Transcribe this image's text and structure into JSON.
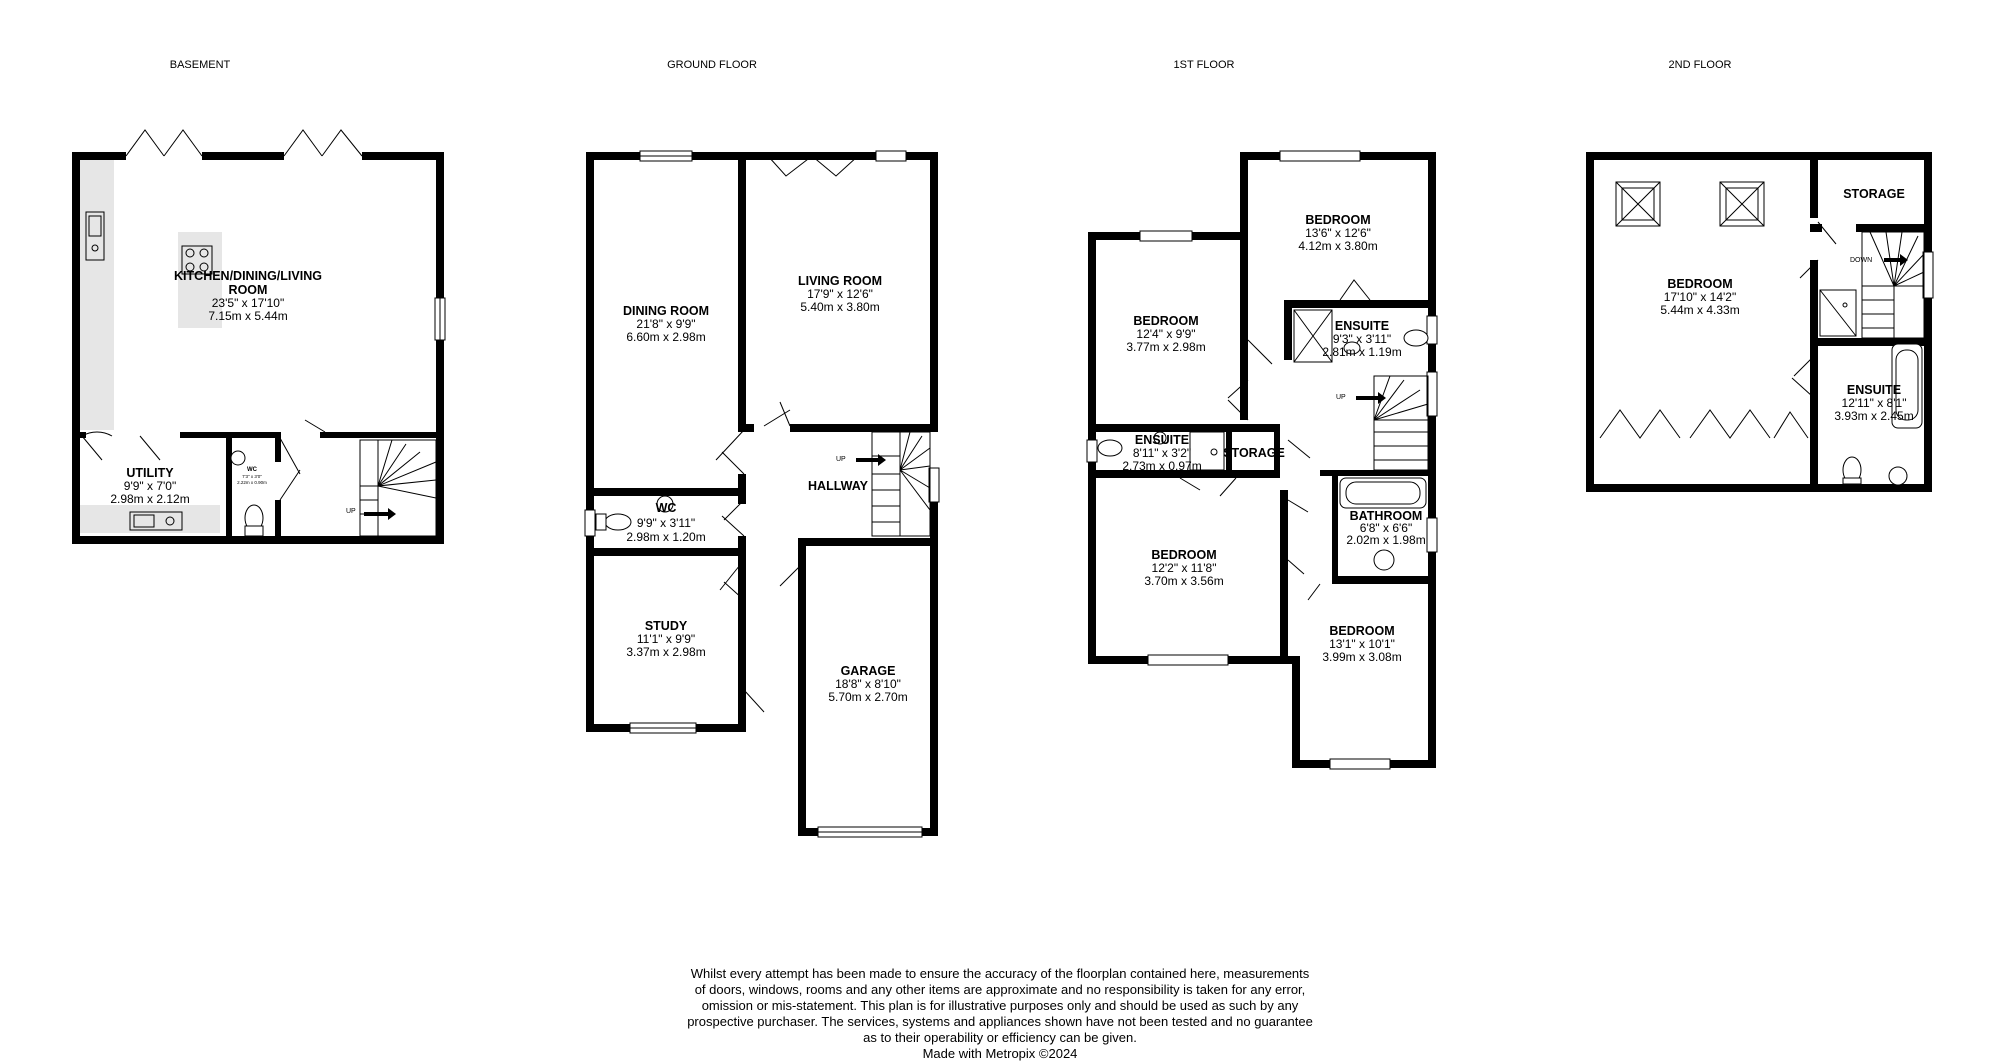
{
  "floors": {
    "basement": "BASEMENT",
    "ground": "GROUND FLOOR",
    "first": "1ST FLOOR",
    "second": "2ND FLOOR"
  },
  "rooms": {
    "kitchen": {
      "name1": "KITCHEN/DINING/LIVING",
      "name2": "ROOM",
      "imperial": "23'5\"  x 17'10\"",
      "metric": "7.15m  x 5.44m"
    },
    "utility": {
      "name": "UTILITY",
      "imperial": "9'9\"  x 7'0\"",
      "metric": "2.98m  x 2.12m"
    },
    "basement_wc": {
      "name": "WC",
      "imperial": "7'3\" x 3'0\"",
      "metric": "2.22m x 0.90m"
    },
    "dining": {
      "name": "DINING ROOM",
      "imperial": "21'8\"  x 9'9\"",
      "metric": "6.60m  x 2.98m"
    },
    "living": {
      "name": "LIVING ROOM",
      "imperial": "17'9\"  x 12'6\"",
      "metric": "5.40m  x 3.80m"
    },
    "ground_wc": {
      "name": "WC",
      "imperial": "9'9\"  x 3'11\"",
      "metric": "2.98m  x 1.20m"
    },
    "hallway": {
      "name": "HALLWAY"
    },
    "study": {
      "name": "STUDY",
      "imperial": "11'1\"  x 9'9\"",
      "metric": "3.37m  x 2.98m"
    },
    "garage": {
      "name": "GARAGE",
      "imperial": "18'8\"  x 8'10\"",
      "metric": "5.70m  x 2.70m"
    },
    "bed_f1_a": {
      "name": "BEDROOM",
      "imperial": "13'6\"  x 12'6\"",
      "metric": "4.12m  x 3.80m"
    },
    "bed_f1_b": {
      "name": "BEDROOM",
      "imperial": "12'4\"  x 9'9\"",
      "metric": "3.77m  x 2.98m"
    },
    "ensuite_f1_a": {
      "name": "ENSUITE",
      "imperial": "9'3\"  x 3'11\"",
      "metric": "2.81m  x 1.19m"
    },
    "ensuite_f1_b": {
      "name": "ENSUITE",
      "imperial": "8'11\"  x 3'2\"",
      "metric": "2.73m  x 0.97m"
    },
    "storage_f1": {
      "name": "STORAGE"
    },
    "bathroom": {
      "name": "BATHROOM",
      "imperial": "6'8\"  x 6'6\"",
      "metric": "2.02m  x 1.98m"
    },
    "bed_f1_c": {
      "name": "BEDROOM",
      "imperial": "12'2\"  x 11'8\"",
      "metric": "3.70m  x 3.56m"
    },
    "bed_f1_d": {
      "name": "BEDROOM",
      "imperial": "13'1\"  x 10'1\"",
      "metric": "3.99m  x 3.08m"
    },
    "bed_f2": {
      "name": "BEDROOM",
      "imperial": "17'10\"  x 14'2\"",
      "metric": "5.44m  x 4.33m"
    },
    "storage_f2": {
      "name": "STORAGE"
    },
    "ensuite_f2": {
      "name": "ENSUITE",
      "imperial": "12'11\"  x 8'1\"",
      "metric": "3.93m  x 2.45m"
    }
  },
  "stairs": {
    "up": "UP",
    "down": "DOWN"
  },
  "disclaimer": [
    "Whilst every attempt has been made to ensure the accuracy of the floorplan contained here, measurements",
    "of doors, windows, rooms and any other items are approximate and no responsibility is taken for any error,",
    "omission or mis-statement. This plan is for illustrative purposes only and should be used as such by any",
    "prospective purchaser. The services, systems and appliances shown have not been tested and no guarantee",
    "as to their operability or efficiency can be given.",
    "Made with Metropix ©2024"
  ]
}
